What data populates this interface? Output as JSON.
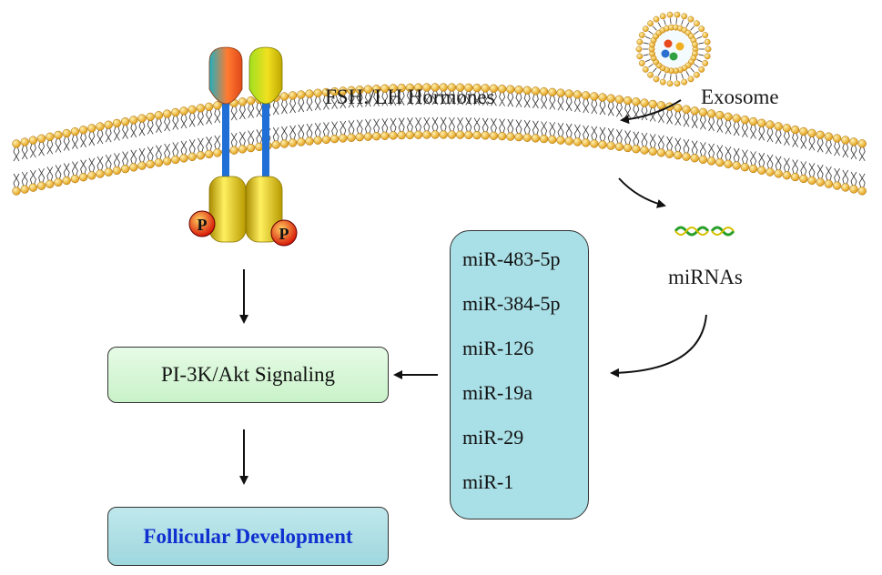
{
  "labels": {
    "hormones": "FSH./LH Hormones",
    "exosome": "Exosome",
    "mirnas": "miRNAs",
    "phospho": "P"
  },
  "boxes": {
    "pi3k": "PI-3K/Akt Signaling",
    "follicular": "Follicular Development"
  },
  "mirna_list": [
    "miR-483-5p",
    "miR-384-5p",
    "miR-126",
    "miR-19a",
    "miR-29",
    "miR-1"
  ],
  "colors": {
    "lipid_head": "#e8a21a",
    "receptor_stem": "#1f6fd6",
    "receptor_base": "#d9b800",
    "phospho": "#e02010",
    "pi3k_box": "#c9f2c9",
    "follicular_box": "#a9dde3",
    "mirna_box": "#a9dfe6",
    "follicular_text": "#1030d0"
  },
  "icons": [
    "exosome-vesicle-icon",
    "mirna-strand-icon",
    "receptor-icon",
    "lipid-bilayer-icon"
  ]
}
